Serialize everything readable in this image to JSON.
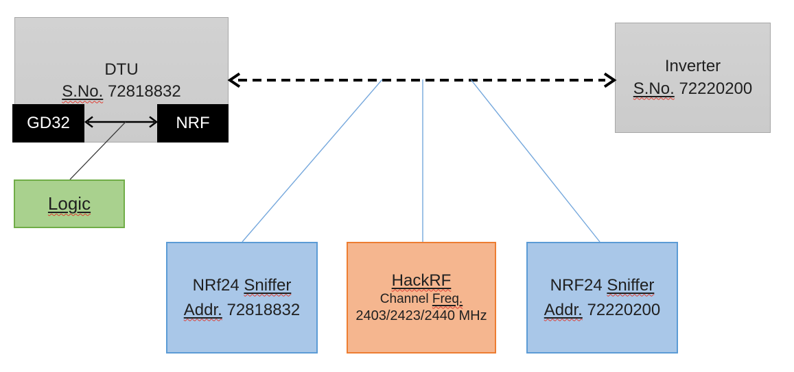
{
  "dtu": {
    "title": "DTU",
    "serial_word": "S.No.",
    "serial_number": "72818832",
    "chip_left": "GD32",
    "chip_right": "NRF"
  },
  "logic": {
    "label": "Logic"
  },
  "inverter": {
    "title": "Inverter",
    "serial_word": "S.No.",
    "serial_number": "72220200"
  },
  "sniffer_left": {
    "name_prefix": "NRf24",
    "name_word": "Sniffer",
    "addr_word": "Addr.",
    "addr_number": "72818832"
  },
  "hackrf": {
    "title": "HackRF",
    "channel_prefix": "Channel",
    "channel_word": "Freq.",
    "frequencies": "2403/2423/2440 MHz"
  },
  "sniffer_right": {
    "name_prefix": "NRF24",
    "name_word": "Sniffer",
    "addr_word": "Addr.",
    "addr_number": "72220200"
  },
  "colors": {
    "gray_fill": "#cfcfcf",
    "gray_border": "#a6a6a6",
    "chip_fill": "#000000",
    "green_fill": "#a9d18e",
    "green_border": "#70ad47",
    "blue_fill": "#a9c7e8",
    "blue_border": "#5b9bd5",
    "orange_fill": "#f5b68f",
    "orange_border": "#ed7d31",
    "connector_blue": "#74a7dc",
    "arrow_black": "#000000",
    "squiggle_red": "#e03c31"
  }
}
